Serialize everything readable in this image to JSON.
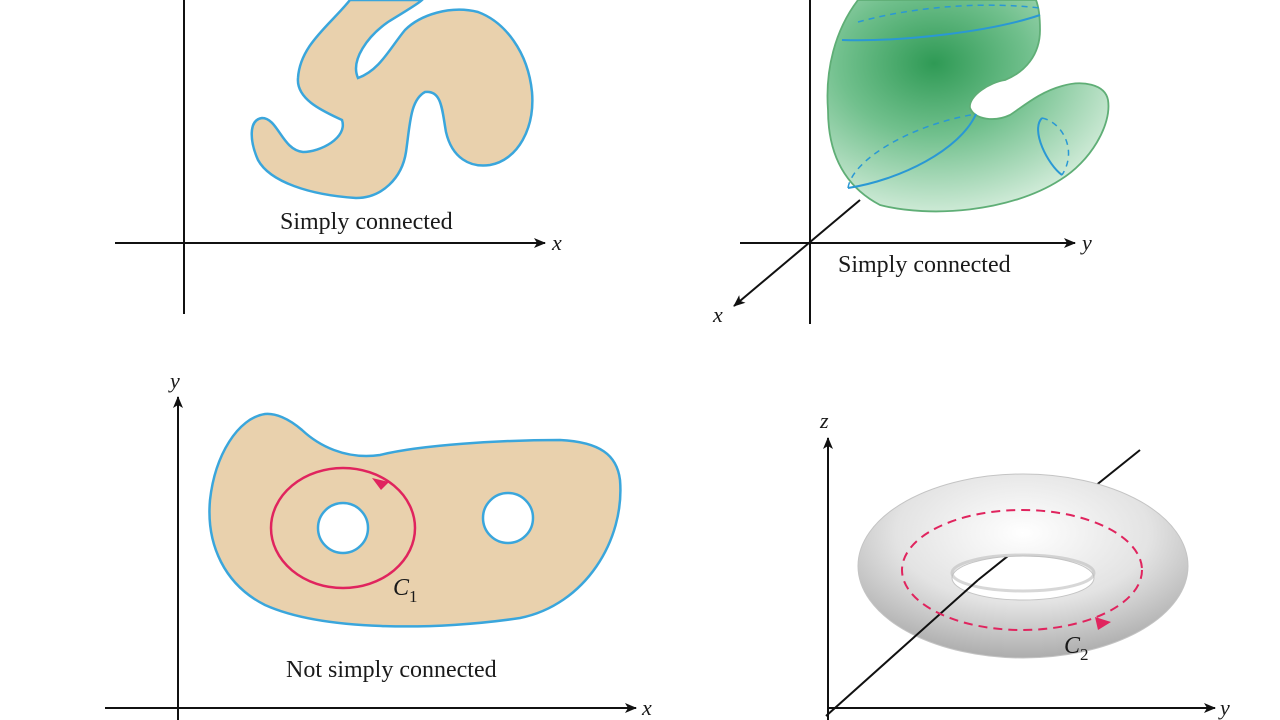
{
  "colors": {
    "region_fill": "#e9d1ad",
    "boundary": "#3aa6dc",
    "curve": "#e0245e",
    "axis": "#111111",
    "surface_green": "#4fb071",
    "torus_gray": "#d8d8d8"
  },
  "panels": {
    "top_left": {
      "caption": "Simply connected",
      "axis_x": "x"
    },
    "top_right": {
      "caption": "Simply connected",
      "axis_x": "x",
      "axis_y": "y"
    },
    "bottom_left": {
      "caption": "Not simply connected",
      "axis_x": "x",
      "axis_y": "y",
      "curve_label": "C",
      "curve_sub": "1"
    },
    "bottom_right": {
      "axis_y": "y",
      "axis_z": "z",
      "curve_label": "C",
      "curve_sub": "2"
    }
  }
}
